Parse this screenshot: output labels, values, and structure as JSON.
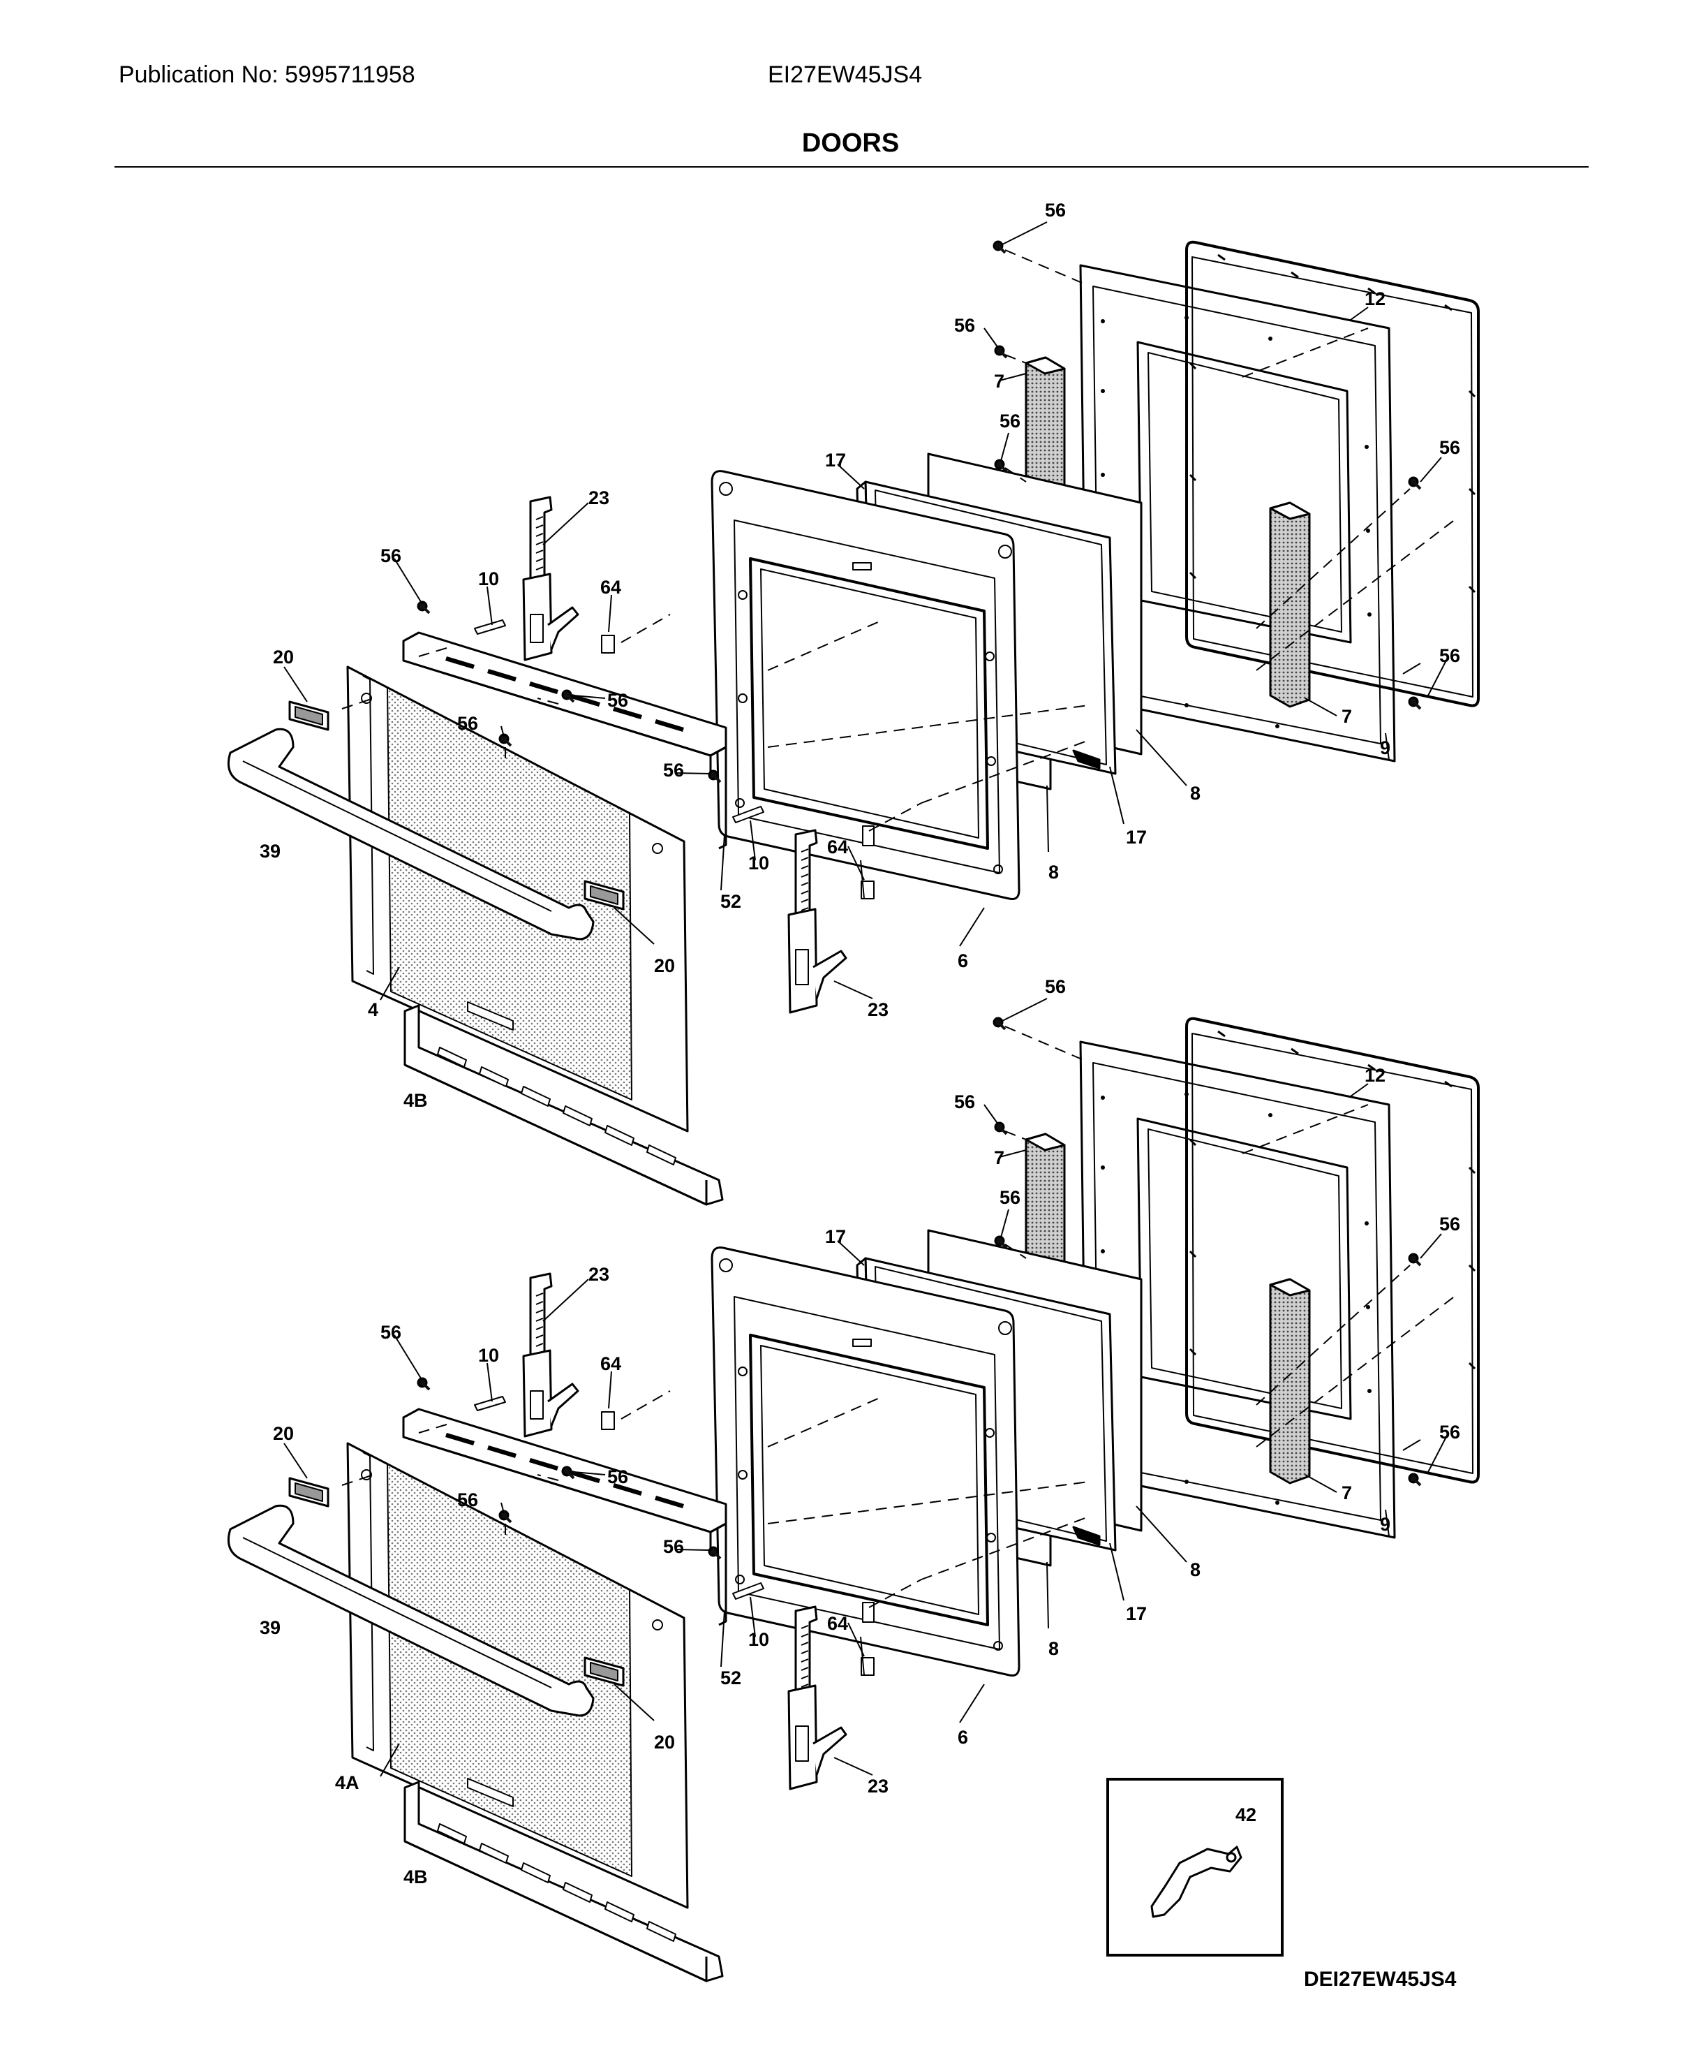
{
  "header": {
    "publication": "Publication No: 5995711958",
    "model": "EI27EW45JS4",
    "title": "DOORS"
  },
  "footer": {
    "diagram_code": "DEI27EW45JS4"
  },
  "callouts": {
    "upper": {
      "c56a": "56",
      "c12": "12",
      "c56b": "56",
      "c7a": "7",
      "c56c": "56",
      "c56d": "56",
      "c17a": "17",
      "c23a": "23",
      "c56e": "56",
      "c10a": "10",
      "c64a": "64",
      "c20a": "20",
      "c56f": "56",
      "c56g": "56",
      "c56h": "56",
      "c39": "39",
      "c10b": "10",
      "c52": "52",
      "c64b": "64",
      "c20b": "20",
      "c4": "4",
      "c4b": "4B",
      "c23b": "23",
      "c6": "6",
      "c8a": "8",
      "c8b": "8",
      "c17b": "17",
      "c7b": "7",
      "c9": "9",
      "c56i": "56"
    },
    "lower": {
      "c56a": "56",
      "c12": "12",
      "c56b": "56",
      "c7a": "7",
      "c56c": "56",
      "c56d": "56",
      "c17a": "17",
      "c23a": "23",
      "c56e": "56",
      "c10a": "10",
      "c64a": "64",
      "c20a": "20",
      "c56f": "56",
      "c56g": "56",
      "c56h": "56",
      "c39": "39",
      "c10b": "10",
      "c52": "52",
      "c64b": "64",
      "c20b": "20",
      "c4a": "4A",
      "c4b": "4B",
      "c23b": "23",
      "c6": "6",
      "c8a": "8",
      "c8b": "8",
      "c17b": "17",
      "c7b": "7",
      "c9": "9",
      "c56i": "56"
    },
    "inset": {
      "c42": "42"
    }
  }
}
